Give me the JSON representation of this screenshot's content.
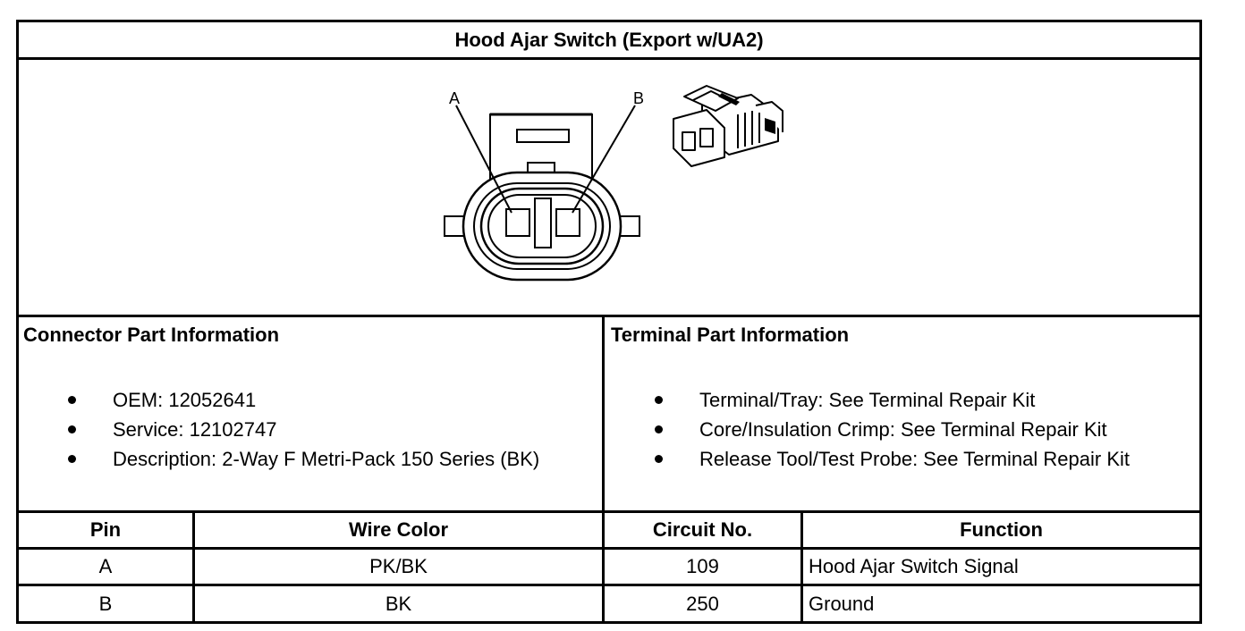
{
  "title": "Hood Ajar Switch (Export w/UA2)",
  "connector_view": {
    "pin_labels": [
      "A",
      "B"
    ]
  },
  "connector_info": {
    "heading": "Connector Part Information",
    "items": [
      "OEM: 12052641",
      "Service: 12102747",
      "Description: 2-Way F Metri-Pack 150 Series (BK)"
    ]
  },
  "terminal_info": {
    "heading": "Terminal Part Information",
    "items": [
      "Terminal/Tray: See Terminal Repair Kit",
      "Core/Insulation Crimp: See Terminal Repair Kit",
      "Release Tool/Test Probe: See Terminal Repair Kit"
    ]
  },
  "pin_table": {
    "headers": [
      "Pin",
      "Wire Color",
      "Circuit No.",
      "Function"
    ],
    "rows": [
      [
        "A",
        "PK/BK",
        "109",
        "Hood Ajar Switch Signal"
      ],
      [
        "B",
        "BK",
        "250",
        "Ground"
      ]
    ]
  }
}
